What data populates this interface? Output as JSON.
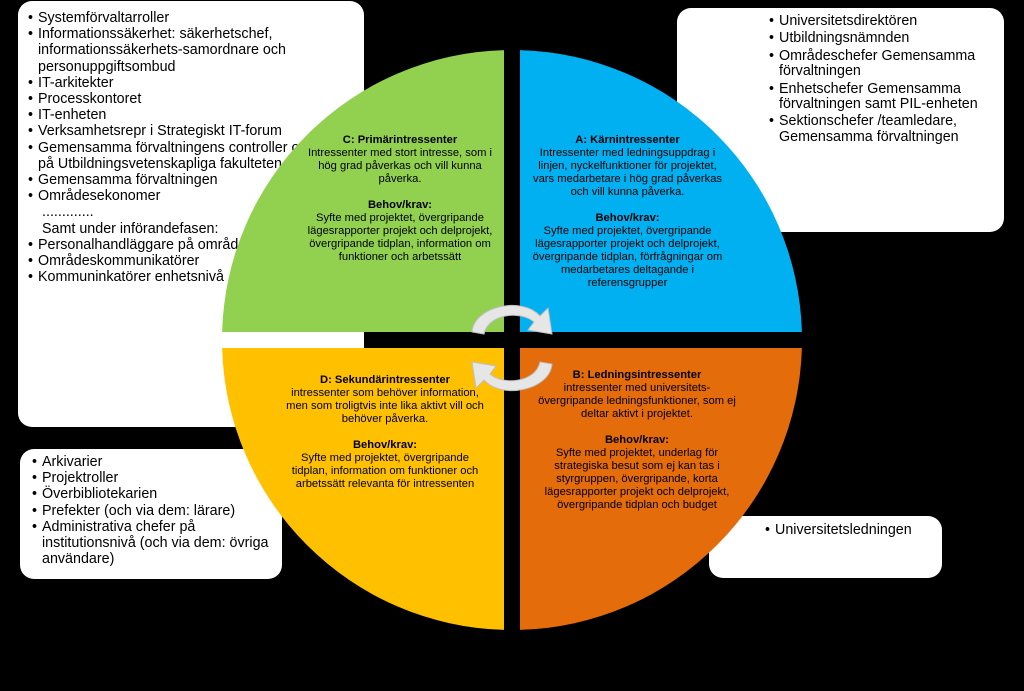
{
  "top_left_box": {
    "items": [
      {
        "text": "Systemförvaltarroller",
        "bullet": true
      },
      {
        "text": "Informationssäkerhet: säkerhetschef, informationssäkerhets-samordnare och personuppgiftsombud",
        "bullet": true
      },
      {
        "text": "IT-arkitekter",
        "bullet": true
      },
      {
        "text": "Processkontoret",
        "bullet": true
      },
      {
        "text": "IT-enheten",
        "bullet": true
      },
      {
        "text": "Verksamhetsrepr i Strategiskt IT-forum",
        "bullet": true
      },
      {
        "text": "Gemensamma förvaltningens controller och ekono på Utbildningsvetenskapliga fakulteten",
        "bullet": true
      },
      {
        "text": "Gemensamma förvaltningen",
        "bullet": true
      },
      {
        "text": "Områdesekonomer",
        "bullet": true
      },
      {
        "text": ".............",
        "bullet": false
      },
      {
        "text": "Samt under införandefasen:",
        "bullet": false
      },
      {
        "text": "Personalhandläggare på områdesnivå",
        "bullet": true
      },
      {
        "text": "Områdeskommunikatörer",
        "bullet": true
      },
      {
        "text": "Kommuninkatörer enhetsnivå",
        "bullet": true
      }
    ]
  },
  "top_right_box": {
    "items": [
      "Universitetsdirektören",
      "Utbildningsnämnden",
      "Områdeschefer Gemensamma förvaltningen",
      "Enhetschefer Gemensamma förvaltningen samt PIL-enheten",
      "Sektionschefer /teamledare, Gemensamma förvaltningen"
    ]
  },
  "bottom_left_box": {
    "items": [
      "Arkivarier",
      "Projektroller",
      "Överbibliotekarien",
      "Prefekter (och via dem: lärare)",
      "Administrativa chefer på institutionsnivå (och via dem: övriga användare)"
    ]
  },
  "bottom_right_box": {
    "items": [
      "Universitetsledningen"
    ]
  },
  "quadrants": {
    "c": {
      "title": "C: Primärintressenter",
      "desc": "Intressenter med stort intresse, som i hög grad påverkas och vill kunna påverka.",
      "needs_title": "Behov/krav:",
      "needs": "Syfte med projektet, övergripande lägesrapporter projekt och delprojekt, övergripande tidplan, information om funktioner och arbetssätt",
      "color": "#92D050"
    },
    "a": {
      "title": "A: Kärnintressenter",
      "desc": "Intressenter med ledningsuppdrag i linjen, nyckelfunktioner för projektet, vars medarbetare i hög grad påverkas och vill kunna påverka.",
      "needs_title": "Behov/krav:",
      "needs": "Syfte med projektet, övergripande lägesrapporter projekt och delprojekt, övergripande tidplan, förfrågningar om medarbetares deltagande i referensgrupper",
      "color": "#00B0F0"
    },
    "d": {
      "title": "D: Sekundärintressenter",
      "desc": "intressenter som behöver information, men som troligtvis inte lika aktivt vill och behöver påverka.",
      "needs_title": "Behov/krav:",
      "needs": "Syfte med projektet, övergripande tidplan, information om funktioner och arbetssätt relevanta för intressenten",
      "color": "#FFC000"
    },
    "b": {
      "title": "B: Ledningsintressenter",
      "desc": "intressenter med universitets-övergripande ledningsfunktioner, som ej deltar aktivt i projektet.",
      "needs_title": "Behov/krav:",
      "needs": "Syfte med projektet, underlag för strategiska besut som ej kan tas i styrgruppen, övergripande, korta lägesrapporter projekt och delprojekt, övergripande tidplan och budget",
      "color": "#E46C0A"
    }
  }
}
